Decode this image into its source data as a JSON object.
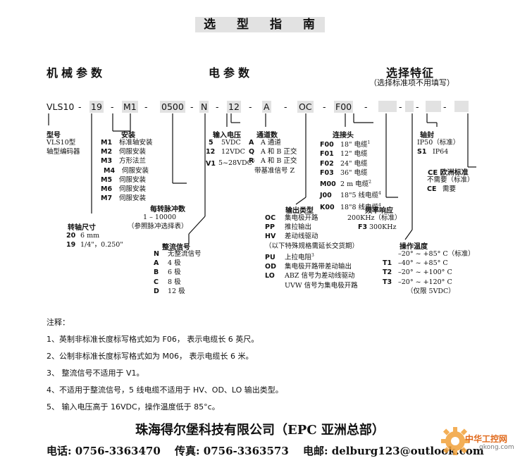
{
  "title": "选 型 指 南",
  "sections": {
    "mechanical": "机械参数",
    "electrical": "电参数",
    "options": "选择特征",
    "options_note": "（选择标准项不用填写）"
  },
  "code": {
    "vls": "VLS10",
    "shaft": "19",
    "mount": "M1",
    "ppr": "0500",
    "comm": "N",
    "volt": "12",
    "channel": "A",
    "output": "OC",
    "conn": "F00"
  },
  "model": {
    "header": "型号",
    "line1": "VLS10型",
    "line2": "轴型编码器"
  },
  "mount": {
    "header": "安装",
    "items": [
      {
        "code": "M1",
        "text": "标准轴安装"
      },
      {
        "code": "M2",
        "text": "伺服安装"
      },
      {
        "code": "M3",
        "text": "方形法兰"
      },
      {
        "code": "M4",
        "text": "伺服安装"
      },
      {
        "code": "M5",
        "text": "伺服安装"
      },
      {
        "code": "M6",
        "text": "伺服安装"
      },
      {
        "code": "M7",
        "text": "伺服安装"
      }
    ]
  },
  "ppr": {
    "header": "每转脉冲数",
    "range": "1 – 10000",
    "note": "（参照脉冲选择表）"
  },
  "shaft": {
    "header": "转轴尺寸",
    "items": [
      {
        "code": "20",
        "text": "6 mm"
      },
      {
        "code": "19",
        "text": "1/4\"，0.250\""
      }
    ]
  },
  "commutation": {
    "header": "整流信号",
    "items": [
      {
        "code": "N",
        "text": "无整流信号"
      },
      {
        "code": "A",
        "text": "4 极"
      },
      {
        "code": "B",
        "text": "6 极"
      },
      {
        "code": "C",
        "text": "8 极"
      },
      {
        "code": "D",
        "text": "12 极"
      }
    ]
  },
  "voltage": {
    "header": "输入电压",
    "items": [
      {
        "code": "5",
        "text": "5VDC"
      },
      {
        "code": "12",
        "text": "12VDC"
      },
      {
        "code": "V1",
        "text": "5~28VDC",
        "sup": "5"
      }
    ]
  },
  "channels": {
    "header": "通道数",
    "items": [
      {
        "code": "A",
        "text": "A 通道"
      },
      {
        "code": "Q",
        "text": "A 和 B 正交"
      },
      {
        "code": "R",
        "text": "A 和 B 正交"
      }
    ],
    "extra": "带基准信号 Z"
  },
  "connector": {
    "header": "连接头",
    "items": [
      {
        "code": "F00",
        "text": "18\" 电缆",
        "sup": "1"
      },
      {
        "code": "F01",
        "text": "12\" 电缆"
      },
      {
        "code": "F02",
        "text": "24\" 电缆"
      },
      {
        "code": "F03",
        "text": "36\" 电缆"
      },
      {
        "code": "M00",
        "text": "2 m 电缆",
        "sup": "2"
      },
      {
        "code": "J00",
        "text": "18\"5 线电缆",
        "sup": "4"
      },
      {
        "code": "K00",
        "text": "18\"8 线电缆",
        "sup": "4"
      }
    ]
  },
  "output": {
    "header": "输出类型",
    "items": [
      {
        "code": "OC",
        "text": "集电极开路"
      },
      {
        "code": "PP",
        "text": "推拉输出"
      },
      {
        "code": "HV",
        "text": "差动线驱动"
      }
    ],
    "special": "（以下特殊规格需延长交货期）",
    "items2": [
      {
        "code": "PU",
        "text": "上拉电阻",
        "sup": "3"
      },
      {
        "code": "OD",
        "text": "集电极开路带差动输出"
      },
      {
        "code": "LO",
        "text": "ABZ 信号为差动线驱动"
      }
    ],
    "extra": "UVW 信号为集电极开路"
  },
  "freq": {
    "header": "频率响应",
    "std": "200KHz（标准）",
    "opt_code": "F3",
    "opt_text": "300KHz"
  },
  "seal": {
    "header": "轴封",
    "items": [
      {
        "code": "",
        "text": "IP50（标准）"
      },
      {
        "code": "S1",
        "text": "IP64"
      }
    ]
  },
  "ce": {
    "header": "CE 欧洲标准",
    "items": [
      {
        "code": "",
        "text": "不需要（标准）"
      },
      {
        "code": "CE",
        "text": "需要"
      }
    ]
  },
  "temp": {
    "header": "操作温度",
    "items": [
      {
        "code": "",
        "text": "–20° ~ +85° C（标准）"
      },
      {
        "code": "T1",
        "text": "–40° ~ +85° C"
      },
      {
        "code": "T2",
        "text": "–20° ~ +100° C"
      },
      {
        "code": "T3",
        "text": "–20° ~ +120° C"
      }
    ],
    "extra": "（仅限 5VDC）"
  },
  "notes": {
    "title": "注释：",
    "items": [
      "1、英制非标准长度标写格式如为 F06， 表示电缆长 6 英尺。",
      "2、公制非标准长度标写格式如为 M06， 表示电缆长 6 米。",
      "3、  整流信号不适用于 V1。",
      "4、不适用于整流信号，5 线电缆不适用于 HV、OD、LO 输出类型。",
      "5、  输入电压高于 16VDC，操作温度低于 85°c。"
    ]
  },
  "company": "珠海得尔堡科技有限公司（EPC 亚洲总部）",
  "contact": {
    "tel": "电话: 0756-3363470",
    "fax": "传真: 0756-3363573",
    "email": "电邮: delburg123@outlook.com"
  },
  "watermark": {
    "cn": "中华工控网",
    "url": "gkong.com"
  }
}
